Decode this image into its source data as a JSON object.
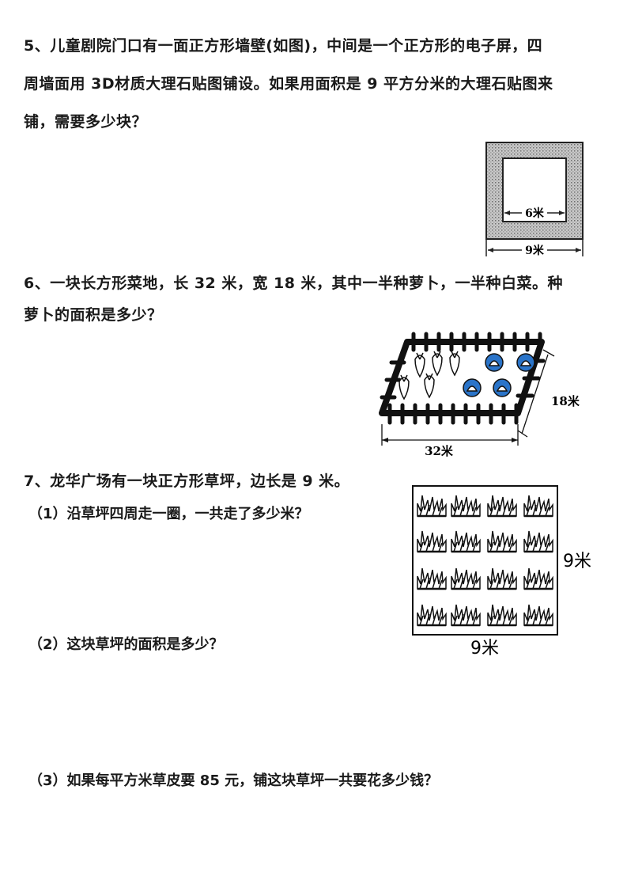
{
  "q5": {
    "line1": "5、儿童剧院门口有一面正方形墙壁(如图)，中间是一个正方形的电子屏，四",
    "line2": "周墙面用 3D材质大理石贴图铺设。如果用面积是 9 平方分米的大理石贴图来",
    "line3": "铺，需要多少块？",
    "inner_label": "6米",
    "outer_label": "9米"
  },
  "q6": {
    "line1": "6、一块长方形菜地，长 32 米，宽 18 米，其中一半种萝卜，一半种白菜。种",
    "line2": "萝卜的面积是多少？",
    "width_label": "18米",
    "length_label": "32米"
  },
  "q7": {
    "line1": "7、龙华广场有一块正方形草坪，边长是 9 米。",
    "part1": "（1）沿草坪四周走一圈，一共走了多少米？",
    "part2": "（2）这块草坪的面积是多少？",
    "part3": "（3）如果每平方米草皮要 85 元，铺这块草坪一共要花多少钱？",
    "side_label": "9米",
    "bottom_label": "9米"
  }
}
